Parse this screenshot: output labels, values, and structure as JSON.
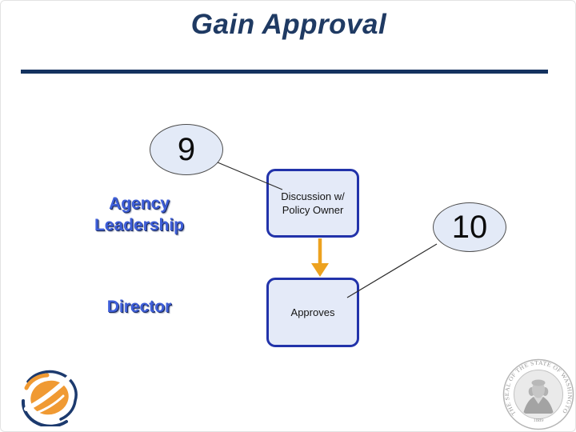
{
  "slide": {
    "title": "Gain Approval"
  },
  "diagram": {
    "step_markers": {
      "nine": "9",
      "ten": "10"
    },
    "role_labels": {
      "agency": "Agency Leadership",
      "director": "Director"
    },
    "discussion_box": {
      "line1": "Discussion w/",
      "line2": "Policy Owner"
    },
    "approves_box": {
      "label": "Approves"
    }
  },
  "footer": {
    "seal_ring_text": "THE SEAL OF THE STATE OF WASHINGTON",
    "seal_year": "1889"
  },
  "colors": {
    "title_navy": "#1f3a63",
    "rule_navy": "#14325f",
    "role_blue": "#3e5ed8",
    "box_border_blue": "#2233aa",
    "box_fill": "#e4eaf8",
    "ellipse_fill": "#e3eaf7",
    "arrow_orange": "#eda21f",
    "logo_orange": "#f09a33",
    "logo_navy": "#1c3a6e",
    "seal_gray": "#9a9a9a"
  }
}
